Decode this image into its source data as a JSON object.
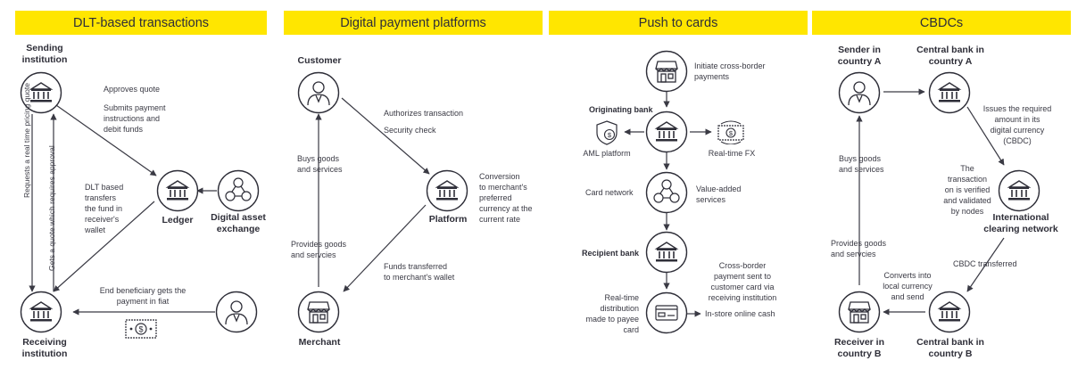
{
  "headers": [
    "DLT-based transactions",
    "Digital payment platforms",
    "Push to cards",
    "CBDCs"
  ],
  "dlt": {
    "sending": "Sending\ninstitution",
    "receiving": "Receiving\ninstitution",
    "ledger": "Ledger",
    "exchange": "Digital asset\nexchange",
    "approves": "Approves quote",
    "submits": "Submits payment\ninstructions and\ndebit funds",
    "transfers": "DLT based\ntransfers\nthe fund in\nreceiver's\nwallet",
    "beneficiary": "End beneficiary gets the\npayment in fiat",
    "requests": "Requests a real time pricing quote",
    "gets_quote": "Gets a quote which requires approval"
  },
  "platforms": {
    "customer": "Customer",
    "platform": "Platform",
    "merchant": "Merchant",
    "authorizes": "Authorizes transaction",
    "security": "Security check",
    "buys": "Buys goods\nand services",
    "provides": "Provides goods\nand servcies",
    "conversion": "Conversion\nto merchant's\npreferred\ncurrency at the\ncurrent rate",
    "funds": "Funds transferred\nto merchant's wallet"
  },
  "cards": {
    "initiate": "Initiate cross-border\npayments",
    "originating": "Originating bank",
    "aml": "AML platform",
    "fx": "Real-time FX",
    "card_network": "Card network",
    "value_added": "Value-added\nservices",
    "recipient": "Recipient bank",
    "cross_border": "Cross-border\npayment sent to\ncustomer card via\nreceiving institution",
    "realtime": "Real-time\ndistribution\nmade to payee\ncard",
    "instore": "In-store online cash"
  },
  "cbdc": {
    "sender": "Sender in\ncountry A",
    "cb_a": "Central bank in\ncountry A",
    "issues": "Issues the required\namount in its\ndigital currency\n(CBDC)",
    "verified": "The\ntransaction\non is verified\nand validated\nby nodes",
    "icn": "International\nclearing network",
    "buys": "Buys goods\nand services",
    "provides": "Provides goods\nand servcies",
    "transferred": "CBDC transferred",
    "converts": "Converts into\nlocal currency\nand send",
    "receiver": "Receiver in\ncountry B",
    "cb_b": "Central bank in\ncountry B"
  },
  "colors": {
    "header_bg": "#ffe600",
    "ink": "#2e2e38",
    "line": "#3a3a44"
  }
}
